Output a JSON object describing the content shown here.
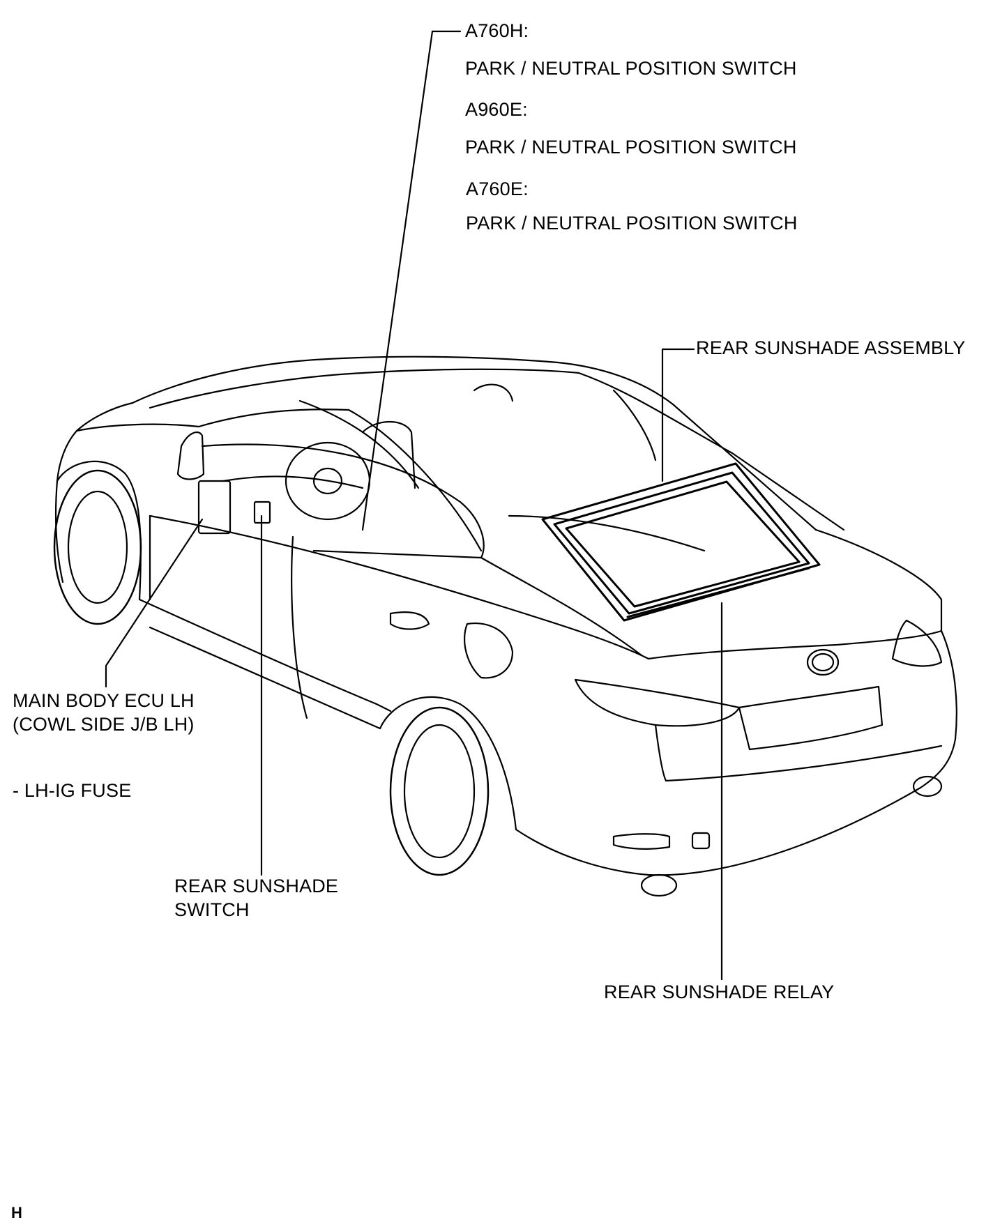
{
  "labels": {
    "a760h": "A760H:",
    "park_neutral_1": "PARK / NEUTRAL POSITION SWITCH",
    "a960e": "A960E:",
    "park_neutral_2": "PARK / NEUTRAL POSITION SWITCH",
    "a760e": "A760E:",
    "park_neutral_3": "PARK / NEUTRAL POSITION SWITCH",
    "rear_sunshade_assembly": "REAR SUNSHADE ASSEMBLY",
    "main_body_ecu_line1": "MAIN BODY ECU LH",
    "main_body_ecu_line2": "(COWL SIDE J/B LH)",
    "lh_ig_fuse": "- LH-IG FUSE",
    "rear_sunshade_switch_line1": "REAR SUNSHADE",
    "rear_sunshade_switch_line2": "SWITCH",
    "rear_sunshade_relay": "REAR SUNSHADE RELAY",
    "corner_code": "H"
  }
}
